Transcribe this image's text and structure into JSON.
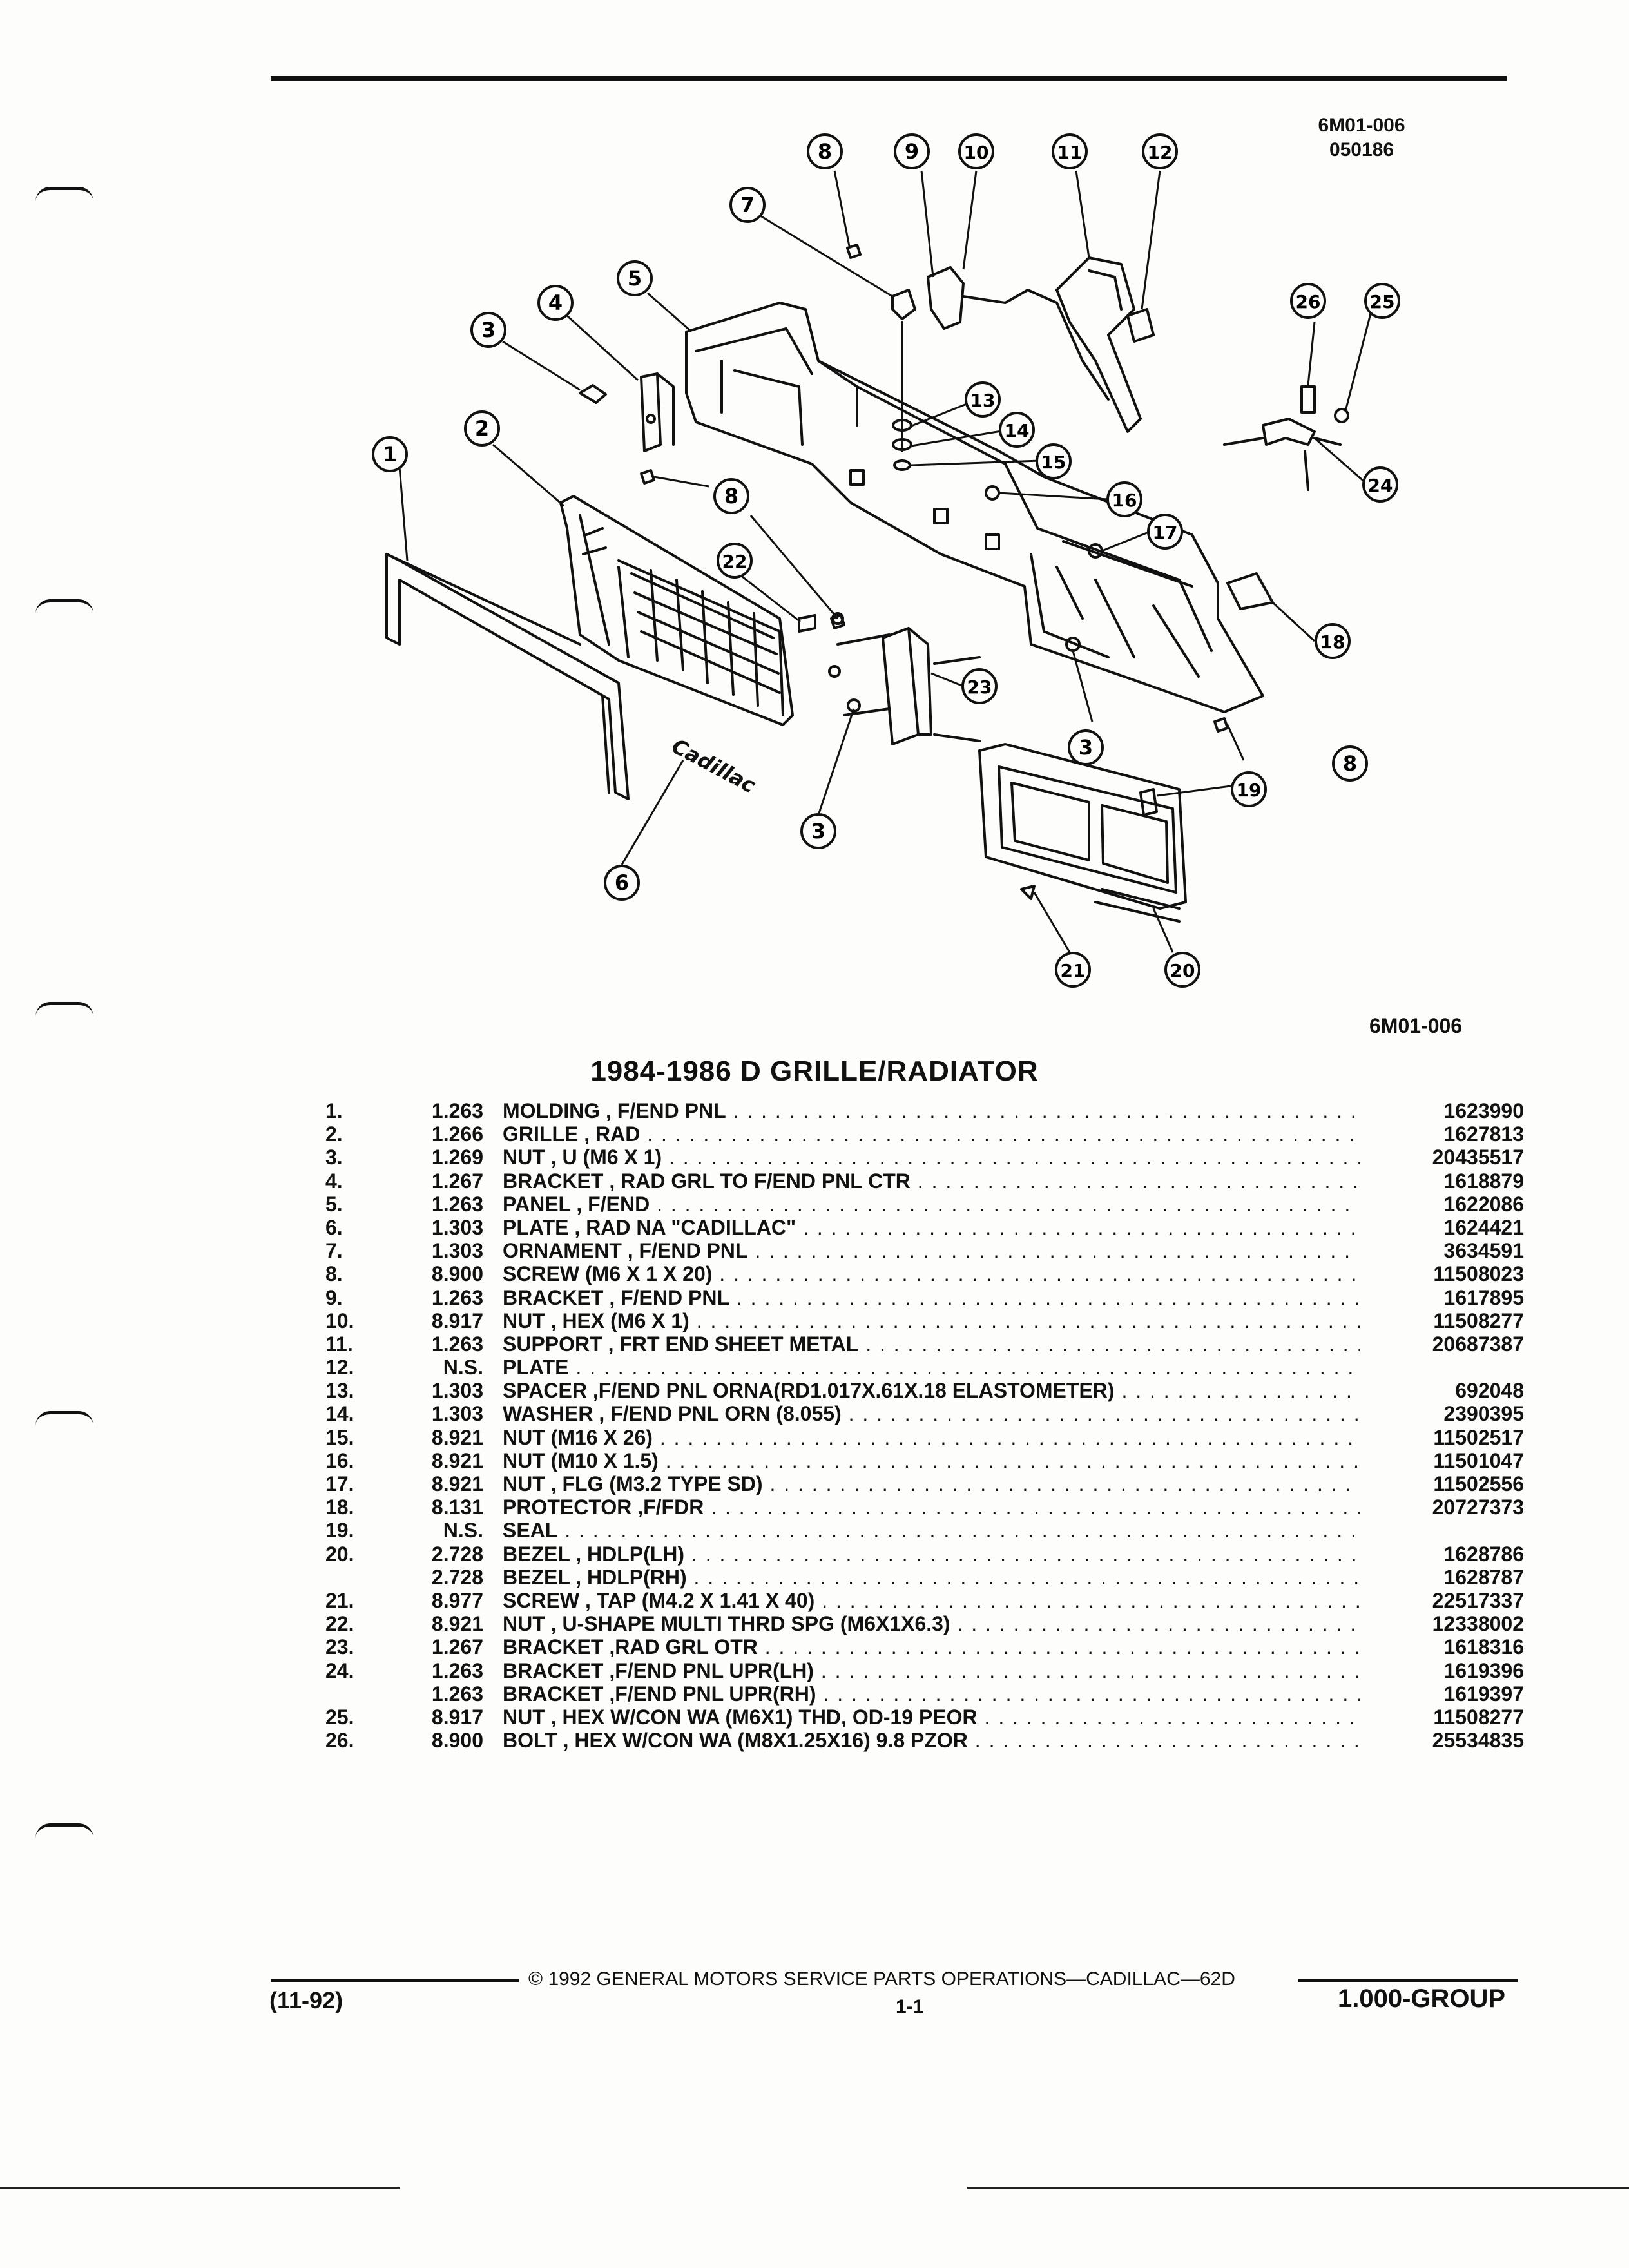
{
  "header": {
    "diagram_code": "6M01-006",
    "diagram_date": "050186"
  },
  "diagram": {
    "callouts": [
      "1",
      "2",
      "3",
      "4",
      "5",
      "6",
      "7",
      "8",
      "9",
      "10",
      "11",
      "12",
      "13",
      "14",
      "15",
      "16",
      "17",
      "18",
      "19",
      "20",
      "21",
      "22",
      "23",
      "24",
      "25",
      "26"
    ],
    "ornament_script": "Cadillac",
    "code_bottom": "6M01-006"
  },
  "title": "1984-1986 D GRILLE/RADIATOR",
  "parts": [
    {
      "num": "1.",
      "group": "1.263",
      "desc": "MOLDING , F/END PNL",
      "pn": "1623990"
    },
    {
      "num": "2.",
      "group": "1.266",
      "desc": "GRILLE , RAD",
      "pn": "1627813"
    },
    {
      "num": "3.",
      "group": "1.269",
      "desc": "NUT , U (M6 X 1)",
      "pn": "20435517"
    },
    {
      "num": "4.",
      "group": "1.267",
      "desc": "BRACKET , RAD GRL TO F/END PNL CTR",
      "pn": "1618879"
    },
    {
      "num": "5.",
      "group": "1.263",
      "desc": "PANEL , F/END",
      "pn": "1622086"
    },
    {
      "num": "6.",
      "group": "1.303",
      "desc": "PLATE , RAD NA \"CADILLAC\"",
      "pn": "1624421"
    },
    {
      "num": "7.",
      "group": "1.303",
      "desc": "ORNAMENT , F/END PNL",
      "pn": "3634591"
    },
    {
      "num": "8.",
      "group": "8.900",
      "desc": "SCREW (M6 X 1 X 20)",
      "pn": "11508023"
    },
    {
      "num": "9.",
      "group": "1.263",
      "desc": "BRACKET , F/END PNL",
      "pn": "1617895"
    },
    {
      "num": "10.",
      "group": "8.917",
      "desc": "NUT , HEX (M6 X 1)",
      "pn": "11508277"
    },
    {
      "num": "11.",
      "group": "1.263",
      "desc": "SUPPORT , FRT END SHEET METAL",
      "pn": "20687387"
    },
    {
      "num": "12.",
      "group": "N.S.",
      "desc": "PLATE",
      "pn": ""
    },
    {
      "num": "13.",
      "group": "1.303",
      "desc": "SPACER ,F/END PNL ORNA(RD1.017X.61X.18 ELASTOMETER)",
      "pn": "692048"
    },
    {
      "num": "14.",
      "group": "1.303",
      "desc": "WASHER , F/END PNL ORN (8.055)",
      "pn": "2390395"
    },
    {
      "num": "15.",
      "group": "8.921",
      "desc": "NUT (M16 X 26)",
      "pn": "11502517"
    },
    {
      "num": "16.",
      "group": "8.921",
      "desc": "NUT (M10 X 1.5)",
      "pn": "11501047"
    },
    {
      "num": "17.",
      "group": "8.921",
      "desc": "NUT , FLG (M3.2 TYPE SD)",
      "pn": "11502556"
    },
    {
      "num": "18.",
      "group": "8.131",
      "desc": "PROTECTOR ,F/FDR",
      "pn": "20727373"
    },
    {
      "num": "19.",
      "group": "N.S.",
      "desc": "SEAL",
      "pn": ""
    },
    {
      "num": "20.",
      "group": "2.728",
      "desc": "BEZEL , HDLP(LH)",
      "pn": "1628786"
    },
    {
      "num": "",
      "group": "2.728",
      "desc": "BEZEL , HDLP(RH)",
      "pn": "1628787"
    },
    {
      "num": "21.",
      "group": "8.977",
      "desc": "SCREW , TAP (M4.2 X 1.41 X 40)",
      "pn": "22517337"
    },
    {
      "num": "22.",
      "group": "8.921",
      "desc": "NUT , U-SHAPE MULTI THRD SPG (M6X1X6.3)",
      "pn": "12338002"
    },
    {
      "num": "23.",
      "group": "1.267",
      "desc": "BRACKET ,RAD GRL OTR",
      "pn": "1618316"
    },
    {
      "num": "24.",
      "group": "1.263",
      "desc": "BRACKET ,F/END PNL UPR(LH)",
      "pn": "1619396"
    },
    {
      "num": "",
      "group": "1.263",
      "desc": "BRACKET ,F/END PNL UPR(RH)",
      "pn": "1619397"
    },
    {
      "num": "25.",
      "group": "8.917",
      "desc": "NUT , HEX W/CON WA (M6X1) THD, OD-19 PEOR",
      "pn": "11508277"
    },
    {
      "num": "26.",
      "group": "8.900",
      "desc": "BOLT , HEX W/CON WA (M8X1.25X16) 9.8 PZOR",
      "pn": "25534835"
    }
  ],
  "footer": {
    "copyright": "© 1992 GENERAL MOTORS SERVICE PARTS OPERATIONS—CADILLAC—62D",
    "page": "1-1",
    "date": "(11-92)",
    "group": "1.000-GROUP"
  }
}
